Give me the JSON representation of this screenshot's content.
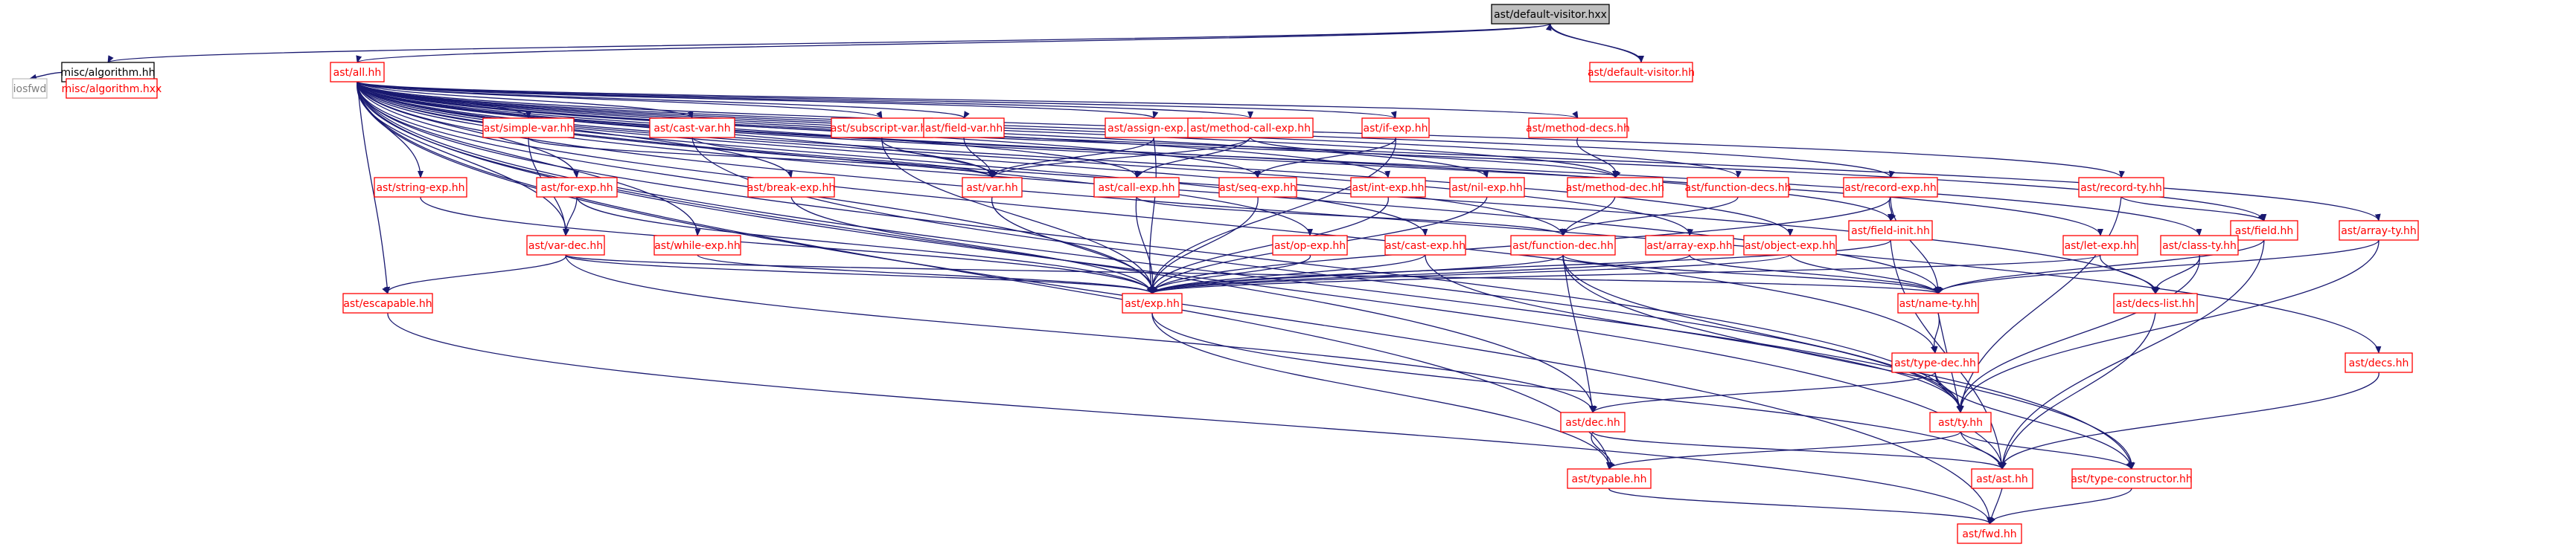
{
  "colors": {
    "edge": "#191970",
    "node_border_red": "#ff0000",
    "node_border_black": "#000000",
    "node_border_gray": "#bfbfbf",
    "root_fill": "#bfbfbf",
    "text_red": "#ff0000",
    "text_black": "#000000",
    "text_gray": "#808080"
  },
  "nodes": [
    {
      "id": "root",
      "label": "ast/default-visitor.hxx",
      "style": "root"
    },
    {
      "id": "algohh",
      "label": "misc/algorithm.hh",
      "style": "black"
    },
    {
      "id": "iosfwd",
      "label": "iosfwd",
      "style": "gray"
    },
    {
      "id": "algohxx",
      "label": "misc/algorithm.hxx",
      "style": "red"
    },
    {
      "id": "all",
      "label": "ast/all.hh",
      "style": "red"
    },
    {
      "id": "dvhh",
      "label": "ast/default-visitor.hh",
      "style": "red"
    },
    {
      "id": "simplevar",
      "label": "ast/simple-var.hh",
      "style": "red"
    },
    {
      "id": "castvar",
      "label": "ast/cast-var.hh",
      "style": "red"
    },
    {
      "id": "subscriptvar",
      "label": "ast/subscript-var.hh",
      "style": "red"
    },
    {
      "id": "fieldvar",
      "label": "ast/field-var.hh",
      "style": "red"
    },
    {
      "id": "assignexp",
      "label": "ast/assign-exp.hh",
      "style": "red"
    },
    {
      "id": "methodcallexp",
      "label": "ast/method-call-exp.hh",
      "style": "red"
    },
    {
      "id": "ifexp",
      "label": "ast/if-exp.hh",
      "style": "red"
    },
    {
      "id": "methoddecs",
      "label": "ast/method-decs.hh",
      "style": "red"
    },
    {
      "id": "recordexp",
      "label": "ast/record-exp.hh",
      "style": "red"
    },
    {
      "id": "recordty",
      "label": "ast/record-ty.hh",
      "style": "red"
    },
    {
      "id": "stringexp",
      "label": "ast/string-exp.hh",
      "style": "red"
    },
    {
      "id": "forexp",
      "label": "ast/for-exp.hh",
      "style": "red"
    },
    {
      "id": "breakexp",
      "label": "ast/break-exp.hh",
      "style": "red"
    },
    {
      "id": "varhh",
      "label": "ast/var.hh",
      "style": "red"
    },
    {
      "id": "callexp",
      "label": "ast/call-exp.hh",
      "style": "red"
    },
    {
      "id": "seqexp",
      "label": "ast/seq-exp.hh",
      "style": "red"
    },
    {
      "id": "intexp",
      "label": "ast/int-exp.hh",
      "style": "red"
    },
    {
      "id": "nilexp",
      "label": "ast/nil-exp.hh",
      "style": "red"
    },
    {
      "id": "methoddec",
      "label": "ast/method-dec.hh",
      "style": "red"
    },
    {
      "id": "functiondecs",
      "label": "ast/function-decs.hh",
      "style": "red"
    },
    {
      "id": "fieldinit",
      "label": "ast/field-init.hh",
      "style": "red"
    },
    {
      "id": "fieldhh",
      "label": "ast/field.hh",
      "style": "red"
    },
    {
      "id": "arrayty",
      "label": "ast/array-ty.hh",
      "style": "red"
    },
    {
      "id": "vardec",
      "label": "ast/var-dec.hh",
      "style": "red"
    },
    {
      "id": "whileexp",
      "label": "ast/while-exp.hh",
      "style": "red"
    },
    {
      "id": "opexp",
      "label": "ast/op-exp.hh",
      "style": "red"
    },
    {
      "id": "castexp",
      "label": "ast/cast-exp.hh",
      "style": "red"
    },
    {
      "id": "functiondec",
      "label": "ast/function-dec.hh",
      "style": "red"
    },
    {
      "id": "arrayexp",
      "label": "ast/array-exp.hh",
      "style": "red"
    },
    {
      "id": "objectexp",
      "label": "ast/object-exp.hh",
      "style": "red"
    },
    {
      "id": "letexp",
      "label": "ast/let-exp.hh",
      "style": "red"
    },
    {
      "id": "classty",
      "label": "ast/class-ty.hh",
      "style": "red"
    },
    {
      "id": "escapable",
      "label": "ast/escapable.hh",
      "style": "red"
    },
    {
      "id": "exphh",
      "label": "ast/exp.hh",
      "style": "red"
    },
    {
      "id": "namety",
      "label": "ast/name-ty.hh",
      "style": "red"
    },
    {
      "id": "decslist",
      "label": "ast/decs-list.hh",
      "style": "red"
    },
    {
      "id": "typedec",
      "label": "ast/type-dec.hh",
      "style": "red"
    },
    {
      "id": "decshh",
      "label": "ast/decs.hh",
      "style": "red"
    },
    {
      "id": "dechh",
      "label": "ast/dec.hh",
      "style": "red"
    },
    {
      "id": "tyhh",
      "label": "ast/ty.hh",
      "style": "red"
    },
    {
      "id": "typable",
      "label": "ast/typable.hh",
      "style": "red"
    },
    {
      "id": "asthh",
      "label": "ast/ast.hh",
      "style": "red"
    },
    {
      "id": "typeconstructor",
      "label": "ast/type-constructor.hh",
      "style": "red"
    },
    {
      "id": "fwdhh",
      "label": "ast/fwd.hh",
      "style": "red"
    }
  ],
  "edges": [
    [
      "root",
      "algohh"
    ],
    [
      "root",
      "all"
    ],
    [
      "root",
      "dvhh"
    ],
    [
      "dvhh",
      "root"
    ],
    [
      "algohh",
      "iosfwd"
    ],
    [
      "algohh",
      "algohxx"
    ],
    [
      "algohxx",
      "algohh"
    ],
    [
      "all",
      "simplevar"
    ],
    [
      "all",
      "castvar"
    ],
    [
      "all",
      "subscriptvar"
    ],
    [
      "all",
      "fieldvar"
    ],
    [
      "all",
      "assignexp"
    ],
    [
      "all",
      "methodcallexp"
    ],
    [
      "all",
      "ifexp"
    ],
    [
      "all",
      "methoddecs"
    ],
    [
      "all",
      "recordexp"
    ],
    [
      "all",
      "recordty"
    ],
    [
      "all",
      "stringexp"
    ],
    [
      "all",
      "forexp"
    ],
    [
      "all",
      "breakexp"
    ],
    [
      "all",
      "varhh"
    ],
    [
      "all",
      "callexp"
    ],
    [
      "all",
      "seqexp"
    ],
    [
      "all",
      "intexp"
    ],
    [
      "all",
      "nilexp"
    ],
    [
      "all",
      "methoddec"
    ],
    [
      "all",
      "functiondecs"
    ],
    [
      "all",
      "fieldinit"
    ],
    [
      "all",
      "fieldhh"
    ],
    [
      "all",
      "arrayty"
    ],
    [
      "all",
      "vardec"
    ],
    [
      "all",
      "whileexp"
    ],
    [
      "all",
      "opexp"
    ],
    [
      "all",
      "castexp"
    ],
    [
      "all",
      "functiondec"
    ],
    [
      "all",
      "arrayexp"
    ],
    [
      "all",
      "objectexp"
    ],
    [
      "all",
      "letexp"
    ],
    [
      "all",
      "classty"
    ],
    [
      "all",
      "escapable"
    ],
    [
      "all",
      "exphh"
    ],
    [
      "all",
      "namety"
    ],
    [
      "all",
      "decslist"
    ],
    [
      "all",
      "typedec"
    ],
    [
      "all",
      "decshh"
    ],
    [
      "all",
      "dechh"
    ],
    [
      "all",
      "tyhh"
    ],
    [
      "all",
      "typable"
    ],
    [
      "all",
      "asthh"
    ],
    [
      "all",
      "typeconstructor"
    ],
    [
      "all",
      "fwdhh"
    ],
    [
      "simplevar",
      "varhh"
    ],
    [
      "simplevar",
      "vardec"
    ],
    [
      "castvar",
      "varhh"
    ],
    [
      "castvar",
      "tyhh"
    ],
    [
      "subscriptvar",
      "varhh"
    ],
    [
      "subscriptvar",
      "exphh"
    ],
    [
      "fieldvar",
      "varhh"
    ],
    [
      "assignexp",
      "varhh"
    ],
    [
      "assignexp",
      "exphh"
    ],
    [
      "methodcallexp",
      "callexp"
    ],
    [
      "methodcallexp",
      "varhh"
    ],
    [
      "methodcallexp",
      "methoddec"
    ],
    [
      "ifexp",
      "seqexp"
    ],
    [
      "ifexp",
      "exphh"
    ],
    [
      "methoddecs",
      "methoddec"
    ],
    [
      "recordexp",
      "fieldinit"
    ],
    [
      "recordexp",
      "namety"
    ],
    [
      "recordexp",
      "exphh"
    ],
    [
      "recordty",
      "fieldhh"
    ],
    [
      "recordty",
      "tyhh"
    ],
    [
      "stringexp",
      "exphh"
    ],
    [
      "forexp",
      "vardec"
    ],
    [
      "forexp",
      "exphh"
    ],
    [
      "breakexp",
      "exphh"
    ],
    [
      "varhh",
      "exphh"
    ],
    [
      "callexp",
      "exphh"
    ],
    [
      "callexp",
      "functiondec"
    ],
    [
      "seqexp",
      "exphh"
    ],
    [
      "intexp",
      "exphh"
    ],
    [
      "nilexp",
      "exphh"
    ],
    [
      "methoddec",
      "functiondec"
    ],
    [
      "functiondecs",
      "functiondec"
    ],
    [
      "fieldinit",
      "exphh"
    ],
    [
      "fieldinit",
      "asthh"
    ],
    [
      "fieldhh",
      "namety"
    ],
    [
      "fieldhh",
      "asthh"
    ],
    [
      "arrayty",
      "namety"
    ],
    [
      "arrayty",
      "tyhh"
    ],
    [
      "vardec",
      "escapable"
    ],
    [
      "vardec",
      "namety"
    ],
    [
      "vardec",
      "exphh"
    ],
    [
      "vardec",
      "dechh"
    ],
    [
      "whileexp",
      "exphh"
    ],
    [
      "opexp",
      "exphh"
    ],
    [
      "castexp",
      "exphh"
    ],
    [
      "castexp",
      "tyhh"
    ],
    [
      "functiondec",
      "namety"
    ],
    [
      "functiondec",
      "exphh"
    ],
    [
      "functiondec",
      "dechh"
    ],
    [
      "functiondec",
      "typeconstructor"
    ],
    [
      "functiondec",
      "tyhh"
    ],
    [
      "arrayexp",
      "namety"
    ],
    [
      "arrayexp",
      "exphh"
    ],
    [
      "objectexp",
      "namety"
    ],
    [
      "objectexp",
      "exphh"
    ],
    [
      "letexp",
      "decslist"
    ],
    [
      "letexp",
      "exphh"
    ],
    [
      "classty",
      "decslist"
    ],
    [
      "classty",
      "tyhh"
    ],
    [
      "escapable",
      "fwdhh"
    ],
    [
      "exphh",
      "typable"
    ],
    [
      "exphh",
      "asthh"
    ],
    [
      "namety",
      "typedec"
    ],
    [
      "namety",
      "tyhh"
    ],
    [
      "decslist",
      "asthh"
    ],
    [
      "typedec",
      "dechh"
    ],
    [
      "typedec",
      "tyhh"
    ],
    [
      "typedec",
      "typeconstructor"
    ],
    [
      "decshh",
      "asthh"
    ],
    [
      "dechh",
      "typable"
    ],
    [
      "dechh",
      "asthh"
    ],
    [
      "tyhh",
      "typable"
    ],
    [
      "tyhh",
      "asthh"
    ],
    [
      "tyhh",
      "typeconstructor"
    ],
    [
      "typable",
      "fwdhh"
    ],
    [
      "asthh",
      "fwdhh"
    ],
    [
      "typeconstructor",
      "fwdhh"
    ]
  ]
}
